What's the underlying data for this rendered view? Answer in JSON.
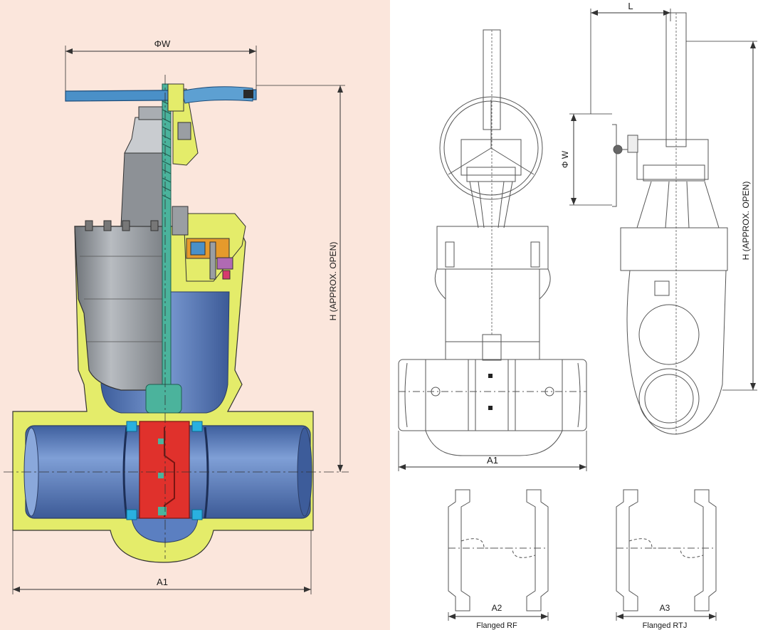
{
  "labels": {
    "handwheel_diameter": "ΦW",
    "height_open": "H (APPROX. OPEN)",
    "length_a1_left": "A1",
    "length_l": "L",
    "gear_wheel_diameter": "Φ W",
    "height_open_side": "H (APPROX. OPEN)",
    "length_a1_right": "A1",
    "length_a2": "A2",
    "flanged_rf": "Flanged RF",
    "length_a3": "A3",
    "flanged_rtj": "Flanged RTJ"
  },
  "colors": {
    "left_panel_bg": "#fbe6dc",
    "body_yellow": "#e4ec6a",
    "bore_blue": "#5b7fc1",
    "bonnet_grey": "#9a9ea3",
    "gate_red": "#e0312c",
    "stem_teal": "#4bb39c",
    "handwheel_blue": "#4a90c8",
    "seat_cyan": "#2ab0e0",
    "packing_orange": "#e59a2c",
    "line": "#333333"
  }
}
